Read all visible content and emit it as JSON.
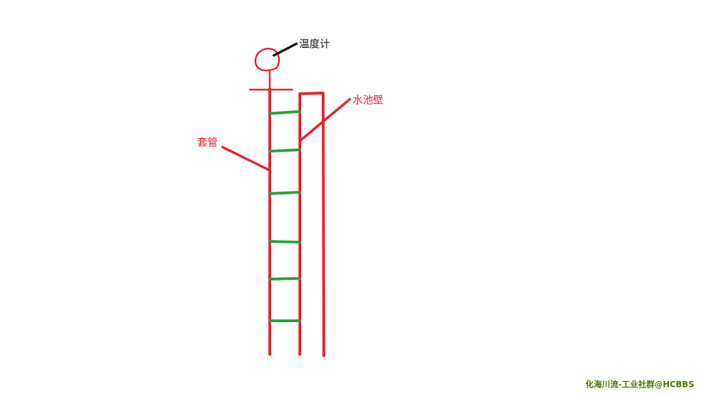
{
  "labels": {
    "thermometer": "温度计",
    "pool_wall": "水池壁",
    "casing": "套管"
  },
  "watermark": "化海川流-工业社群@HCBBS",
  "colors": {
    "outline": "#e8212c",
    "rungs": "#22a33a",
    "thermometer_label": "#111111",
    "part_labels": "#e8212c",
    "watermark": "#4a7a00"
  },
  "rung_count": 6
}
